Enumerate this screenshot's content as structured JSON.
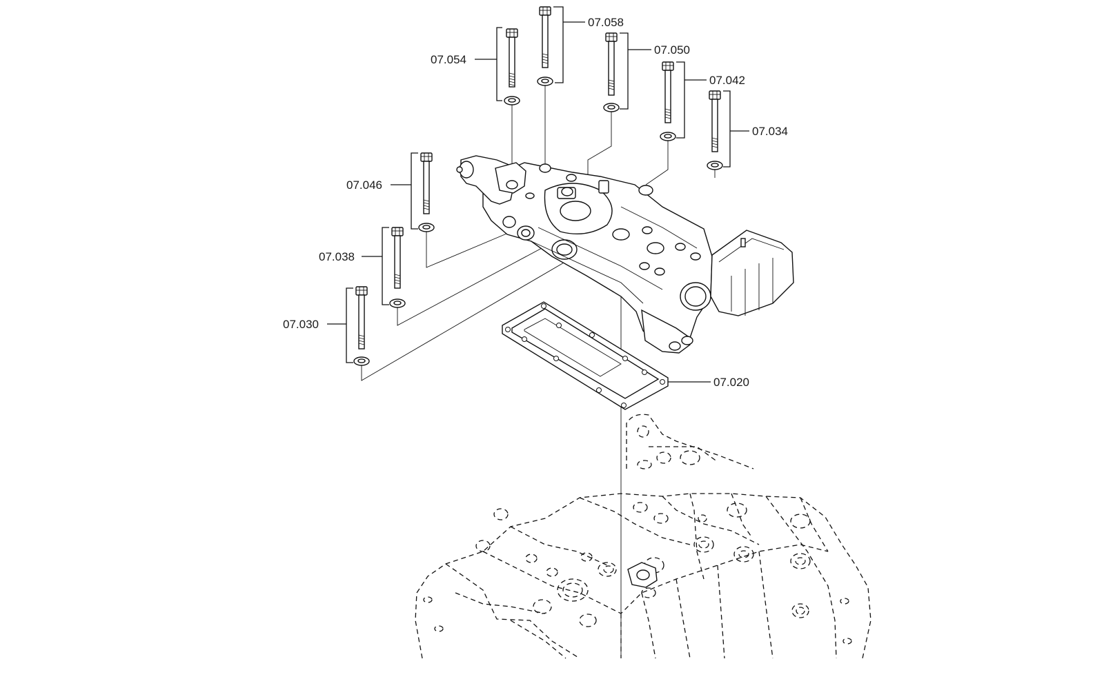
{
  "diagram": {
    "part_labels": {
      "p058": "07.058",
      "p054": "07.054",
      "p050": "07.050",
      "p042": "07.042",
      "p034": "07.034",
      "p046": "07.046",
      "p038": "07.038",
      "p030": "07.030",
      "p020": "07.020"
    }
  }
}
